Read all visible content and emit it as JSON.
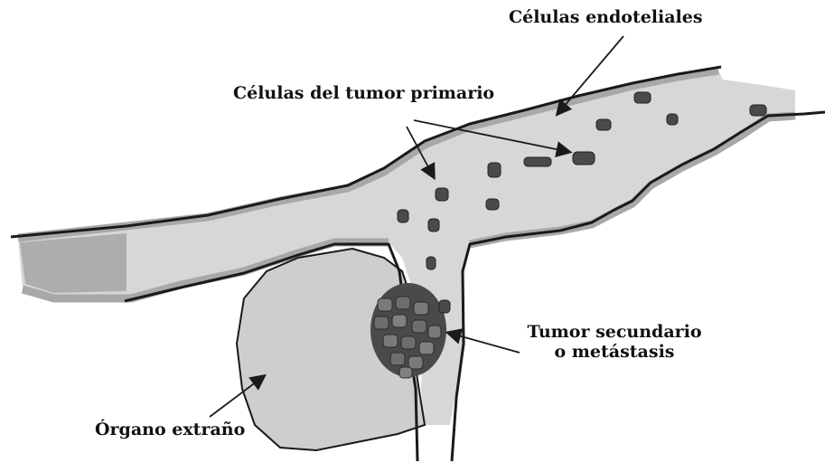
{
  "labels": {
    "endothelial_cells": "Células endoteliales",
    "primary_tumor_cells": "Células del tumor primario",
    "secondary_tumor_line1": "Tumor secundario",
    "secondary_tumor_line2": "o metástasis",
    "foreign_organ": "Órgano extraño"
  },
  "colors": {
    "vessel_fill": "#d6d6d6",
    "vessel_wall_shade": "#a9a9a9",
    "outline": "#1a1a1a",
    "organ_fill": "#cfcfcf",
    "cell_dark": "#3e3e3e",
    "cell_mid": "#6d6d6d"
  }
}
